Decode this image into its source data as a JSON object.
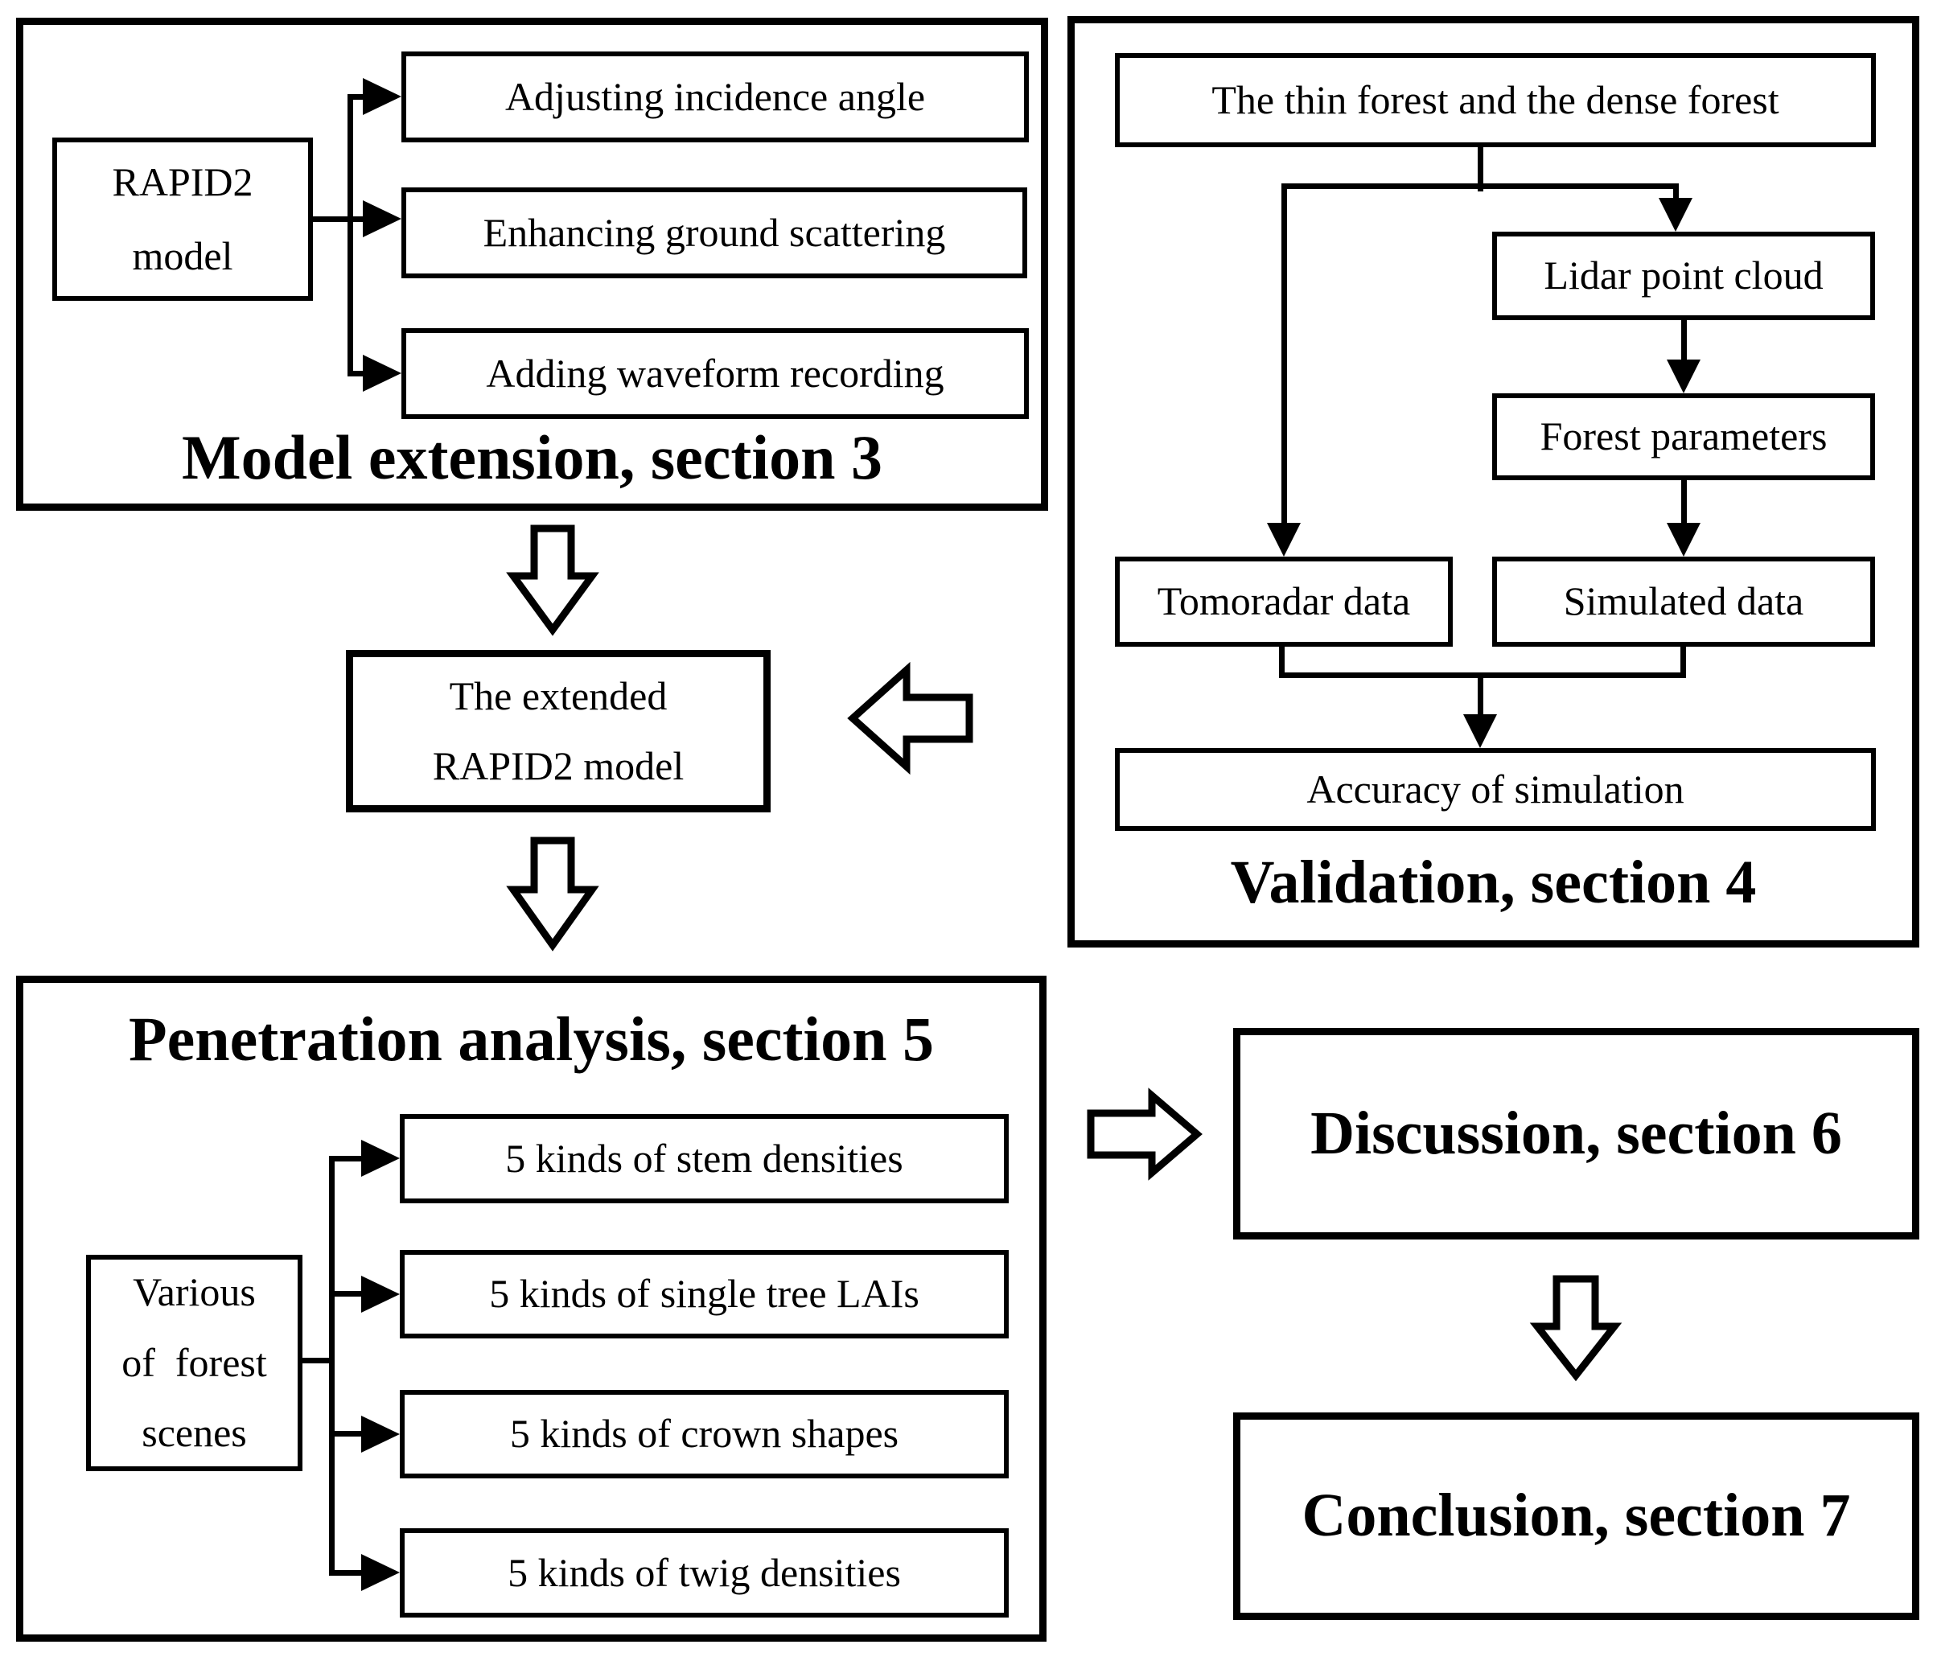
{
  "colors": {
    "ink": "#000000",
    "background": "#ffffff"
  },
  "sections": {
    "model_extension": {
      "title": "Model extension, section 3",
      "rapid2": {
        "line1": "RAPID2",
        "line2": "model"
      },
      "items": [
        "Adjusting incidence angle",
        "Enhancing ground scattering",
        "Adding waveform recording"
      ]
    },
    "validation": {
      "title": "Validation, section 4",
      "root": "The thin forest and the dense forest",
      "lidar": "Lidar point cloud",
      "forest_params": "Forest parameters",
      "tomoradar": "Tomoradar data",
      "simulated": "Simulated data",
      "accuracy": "Accuracy of simulation"
    },
    "extended_model": {
      "line1": "The extended",
      "line2": "RAPID2 model"
    },
    "penetration": {
      "title": "Penetration analysis, section 5",
      "various": {
        "line1": "Various",
        "line2": "of  forest",
        "line3": "scenes"
      },
      "items": [
        "5 kinds of stem densities",
        "5 kinds of single tree LAIs",
        "5 kinds of crown shapes",
        "5 kinds of twig densities"
      ]
    },
    "discussion": {
      "title": "Discussion, section 6"
    },
    "conclusion": {
      "title": "Conclusion, section 7"
    }
  }
}
